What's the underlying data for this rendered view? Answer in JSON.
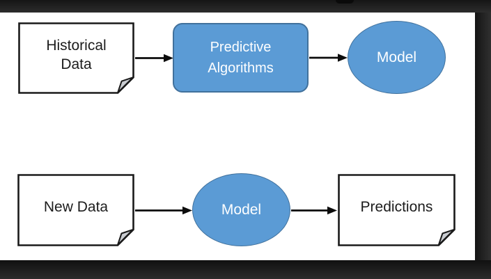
{
  "diagram": {
    "type": "flowchart",
    "background": "#ffffff",
    "frame_color": "#1a1a1a",
    "colors": {
      "node_fill": "#5b9bd5",
      "node_border": "#41719c",
      "document_fill": "#ffffff",
      "document_border": "#1a1a1a",
      "fold_fill": "#c9ccd1",
      "arrow": "#0c0c0c",
      "text_dark": "#1c1c1c",
      "text_light": "#fdfeff"
    },
    "top_row": {
      "historical_data": {
        "line1": "Historical",
        "line2": "Data",
        "shape": "document"
      },
      "predictive_algorithms": {
        "line1": "Predictive",
        "line2": "Algorithms",
        "shape": "rounded-rectangle"
      },
      "model": {
        "label": "Model",
        "shape": "ellipse"
      }
    },
    "bottom_row": {
      "new_data": {
        "label": "New Data",
        "shape": "document"
      },
      "model": {
        "label": "Model",
        "shape": "ellipse"
      },
      "predictions": {
        "label": "Predictions",
        "shape": "document"
      }
    },
    "connections": [
      "historical_data -> predictive_algorithms",
      "predictive_algorithms -> model (top)",
      "new_data -> model (bottom)",
      "model (bottom) -> predictions"
    ]
  }
}
